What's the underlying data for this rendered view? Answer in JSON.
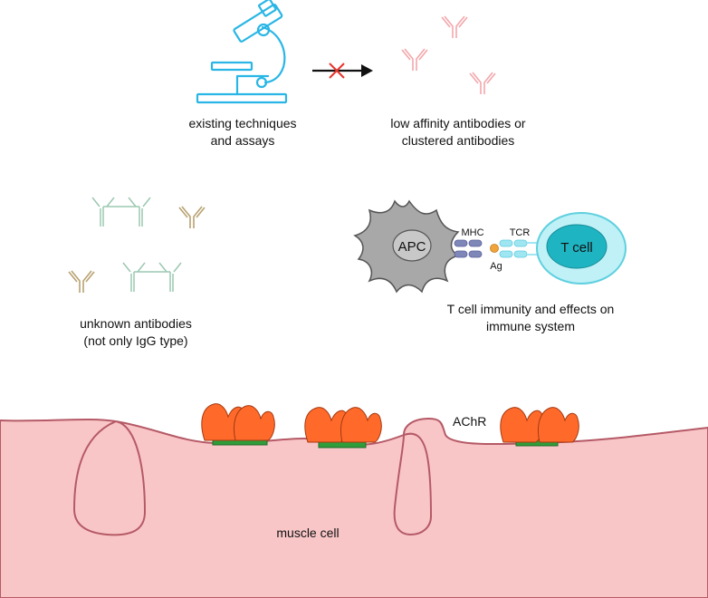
{
  "captions": {
    "existing": [
      "existing techniques",
      "and assays"
    ],
    "low_affinity": [
      "low affinity antibodies or",
      "clustered antibodies"
    ],
    "unknown": [
      "unknown antibodies",
      "(not only IgG type)"
    ],
    "tcell_caption": [
      "T cell immunity and effects on",
      "immune system"
    ]
  },
  "cells": {
    "apc": "APC",
    "tcell": "T cell",
    "mhc": "MHC",
    "tcr": "TCR",
    "ag": "Ag"
  },
  "membrane": {
    "achr_label": "AChR",
    "muscle_label": "muscle cell"
  },
  "icons": {
    "microscope": "microscope-icon",
    "blocked_arrow": "blocked-arrow-icon",
    "antibody": "antibody-icon"
  },
  "colors": {
    "microscope": "#29b6e6",
    "antibody_pink": "#f4a6ab",
    "antibody_green": "#9cc8b0",
    "antibody_tan": "#b8a271",
    "apc_fill": "#a8a8a8",
    "mhc": "#7f86b8",
    "tcr": "#9fe6f2",
    "tcell_outer": "#8fe6f2",
    "tcell_nucleus": "#1fb4c2",
    "muscle_fill": "#f9c6c8",
    "muscle_edge": "#b55a66",
    "achr": "#ff6a2a",
    "achr_base": "#2f9e3a"
  }
}
